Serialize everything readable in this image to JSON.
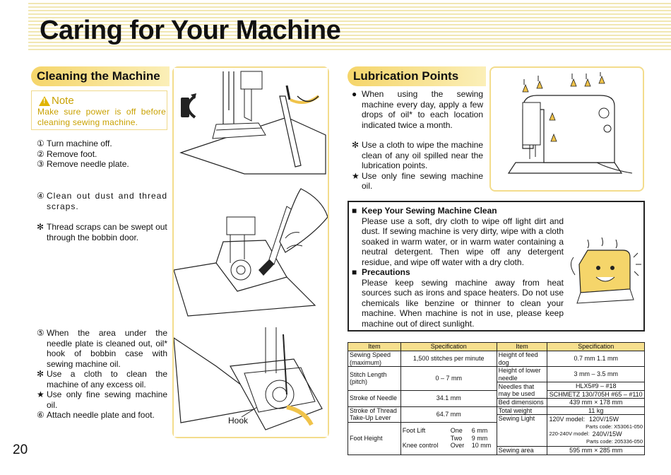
{
  "page": {
    "title": "Caring for Your Machine",
    "page_number": "20"
  },
  "cleaning": {
    "header": "Cleaning the Machine",
    "note": {
      "title": "Note",
      "text": "Make sure power is off before cleaning sewing machine."
    },
    "steps": [
      {
        "mark": "①",
        "text": "Turn machine off."
      },
      {
        "mark": "②",
        "text": "Remove foot."
      },
      {
        "mark": "③",
        "text": "Remove needle plate."
      }
    ],
    "step4": {
      "mark": "④",
      "text": "Clean out dust and thread scraps."
    },
    "tip1": {
      "mark": "✻",
      "text": "Thread scraps can be swept out through the bobbin door."
    },
    "step5": {
      "mark": "⑤",
      "text": "When the area under the needle plate is cleaned out, oil* hook of bobbin case with sewing machine oil."
    },
    "tip2": {
      "mark": "✻",
      "text": "Use a cloth to clean the machine of any excess oil."
    },
    "tip3": {
      "mark": "★",
      "text": "Use only fine sewing machine oil."
    },
    "step6": {
      "mark": "⑥",
      "text": "Attach needle plate and foot."
    },
    "hook_label": "Hook"
  },
  "lubrication": {
    "header": "Lubrication Points",
    "items": [
      {
        "mark": "●",
        "text": "When using the sewing machine every day, apply a few drops of oil* to each location indicated twice a month."
      },
      {
        "mark": "✻",
        "text": "Use a cloth to wipe the machine clean of any oil spilled near the lubrication points."
      },
      {
        "mark": "★",
        "text": "Use only fine sewing machine oil."
      }
    ]
  },
  "care": {
    "keep_title": "Keep Your Sewing Machine Clean",
    "keep_text": "Please use a soft, dry cloth to wipe off light dirt and dust. If sewing machine is very dirty, wipe with a cloth soaked in warm water, or in warm water containing a neutral detergent. Then wipe off any detergent residue, and wipe off water with a dry cloth.",
    "prec_title": "Precautions",
    "prec_text": "Please keep sewing machine away from heat sources such as irons and space heaters. Do not use chemicals like benzine or thinner to clean your machine. When machine is not in use, please keep machine out of direct sunlight."
  },
  "spec": {
    "headers": [
      "Item",
      "Specification",
      "Item",
      "Specification"
    ],
    "sewing_speed": {
      "item": "Sewing Speed (maximum)",
      "spec": "1,500 stitches per minute"
    },
    "stitch_length": {
      "item": "Stitch Length (pitch)",
      "spec": "0 – 7 mm"
    },
    "needle_stroke": {
      "item": "Stroke of Needle",
      "spec": "34.1 mm"
    },
    "lever_stroke": {
      "item": "Stroke of Thread Take-Up Lever",
      "spec": "64.7 mm"
    },
    "foot_height": {
      "item": "Foot Height",
      "foot_lift": "Foot Lift",
      "knee_control": "Knee control",
      "one": "One",
      "one_val": "6 mm",
      "two": "Two",
      "two_val": "9 mm",
      "over": "Over",
      "over_val": "10 mm"
    },
    "feed_dog": {
      "item": "Height of feed dog",
      "spec": "0.7 mm  1.1 mm"
    },
    "lower_needle": {
      "item": "Height of lower needle",
      "spec": "3 mm – 3.5 mm"
    },
    "needles": {
      "item": "Needles that may be used",
      "spec1": "HLX5#9 – #18",
      "spec2": "SCHMETZ 130/705H #65 – #110"
    },
    "bed": {
      "item": "Bed dimensions",
      "spec": "439 mm × 178 mm"
    },
    "weight": {
      "item": "Total weight",
      "spec": "11 kg"
    },
    "light": {
      "item": "Sewing Light",
      "m1": "120V model:",
      "v1": "120V/15W",
      "p1": "Parts code: X53061-050",
      "m2": "220-240V model:",
      "v2": "240V/15W",
      "p2": "Parts code: 205336-050"
    },
    "area": {
      "item": "Sewing area",
      "spec": "595 mm × 285 mm"
    }
  }
}
